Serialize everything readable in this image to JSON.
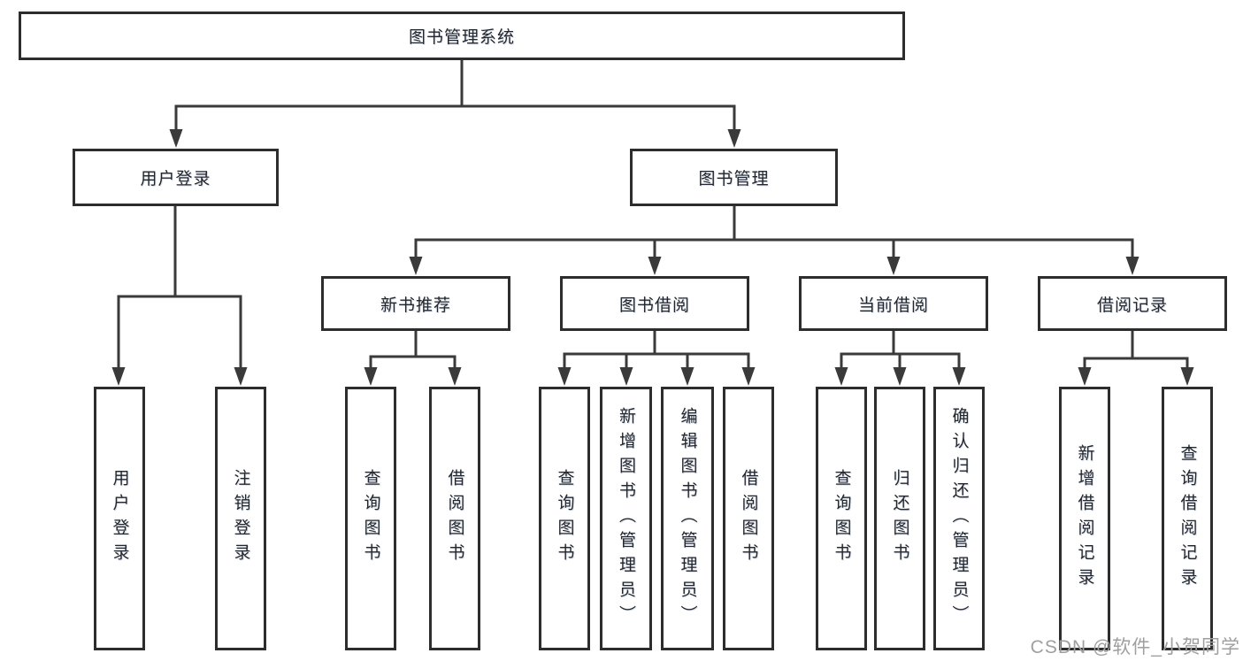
{
  "diagram": {
    "type": "hierarchy-tree",
    "root": {
      "label": "图书管理系统",
      "children": [
        {
          "label": "用户登录",
          "children": [
            {
              "label": "用户登录"
            },
            {
              "label": "注销登录"
            }
          ]
        },
        {
          "label": "图书管理",
          "children": [
            {
              "label": "新书推荐",
              "children": [
                {
                  "label": "查询图书"
                },
                {
                  "label": "借阅图书"
                }
              ]
            },
            {
              "label": "图书借阅",
              "children": [
                {
                  "label": "查询图书"
                },
                {
                  "label": "新增图书（管理员）"
                },
                {
                  "label": "编辑图书（管理员）"
                },
                {
                  "label": "借阅图书"
                }
              ]
            },
            {
              "label": "当前借阅",
              "children": [
                {
                  "label": "查询图书"
                },
                {
                  "label": "归还图书"
                },
                {
                  "label": "确认归还（管理员）"
                }
              ]
            },
            {
              "label": "借阅记录",
              "children": [
                {
                  "label": "新增借阅记录"
                },
                {
                  "label": "查询借阅记录"
                }
              ]
            }
          ]
        }
      ]
    }
  },
  "watermark": {
    "text": "CSDN @软件_小贺同学"
  },
  "colors": {
    "line": "#3a3a3a",
    "box_border": "#2d2d2d",
    "text": "#262626",
    "watermark": "#9f9f9f",
    "background": "#ffffff"
  }
}
